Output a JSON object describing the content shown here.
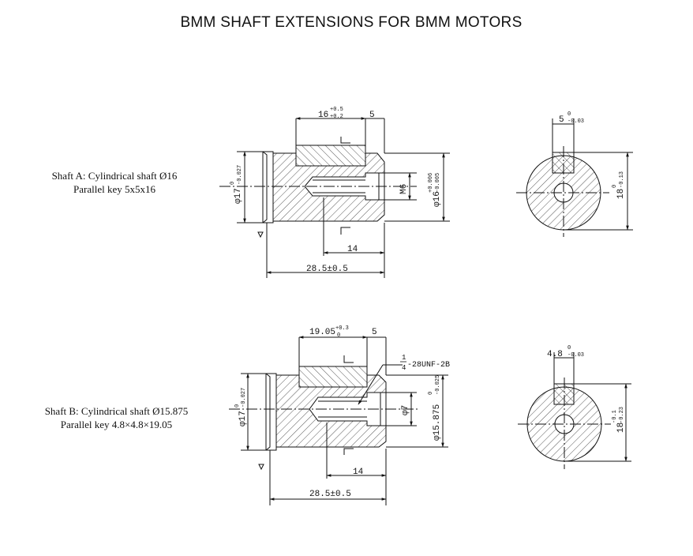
{
  "title": "BMM SHAFT EXTENSIONS FOR BMM MOTORS",
  "shaft_a": {
    "line1": "Shaft A: Cylindrical shaft  Ø16",
    "line2": "Parallel key 5x5x16",
    "key_length": "16",
    "key_length_upper": "+0.5",
    "key_length_lower": "+0.2",
    "key_offset": "5",
    "shaft_dia": "φ17",
    "shaft_dia_upper": "0",
    "shaft_dia_lower": "-0.027",
    "thread": "M6",
    "body_dia": "φ16",
    "body_dia_upper": "+0.006",
    "body_dia_lower": "-0.005",
    "thread_depth": "14",
    "total_length": "28.5±0.5",
    "key_width": "5",
    "key_width_upper": "0",
    "key_width_lower": "-0.03",
    "key_height": "18",
    "key_height_upper": "0",
    "key_height_lower": "-0.13"
  },
  "shaft_b": {
    "line1": "Shaft B: Cylindrical shaft  Ø15.875",
    "line2": "Parallel key 4.8×4.8×19.05",
    "key_length": "19.05",
    "key_length_upper": "+0.3",
    "key_length_lower": "0",
    "key_offset": "5",
    "thread_num": "1",
    "thread_den": "4",
    "thread_spec": "-28UNF-2B",
    "shaft_dia": "φ17",
    "shaft_dia_upper": "0",
    "shaft_dia_lower": "-0.027",
    "hole_dia": "φ7",
    "body_dia": "φ15.875",
    "body_dia_upper": "0",
    "body_dia_lower": "-0.025",
    "thread_depth": "14",
    "total_length": "28.5±0.5",
    "key_width": "4.8",
    "key_width_upper": "0",
    "key_width_lower": "-0.03",
    "key_height": "18",
    "key_height_upper": "-0.1",
    "key_height_lower": "-0.23"
  },
  "colors": {
    "line": "#111111",
    "background": "#ffffff"
  }
}
